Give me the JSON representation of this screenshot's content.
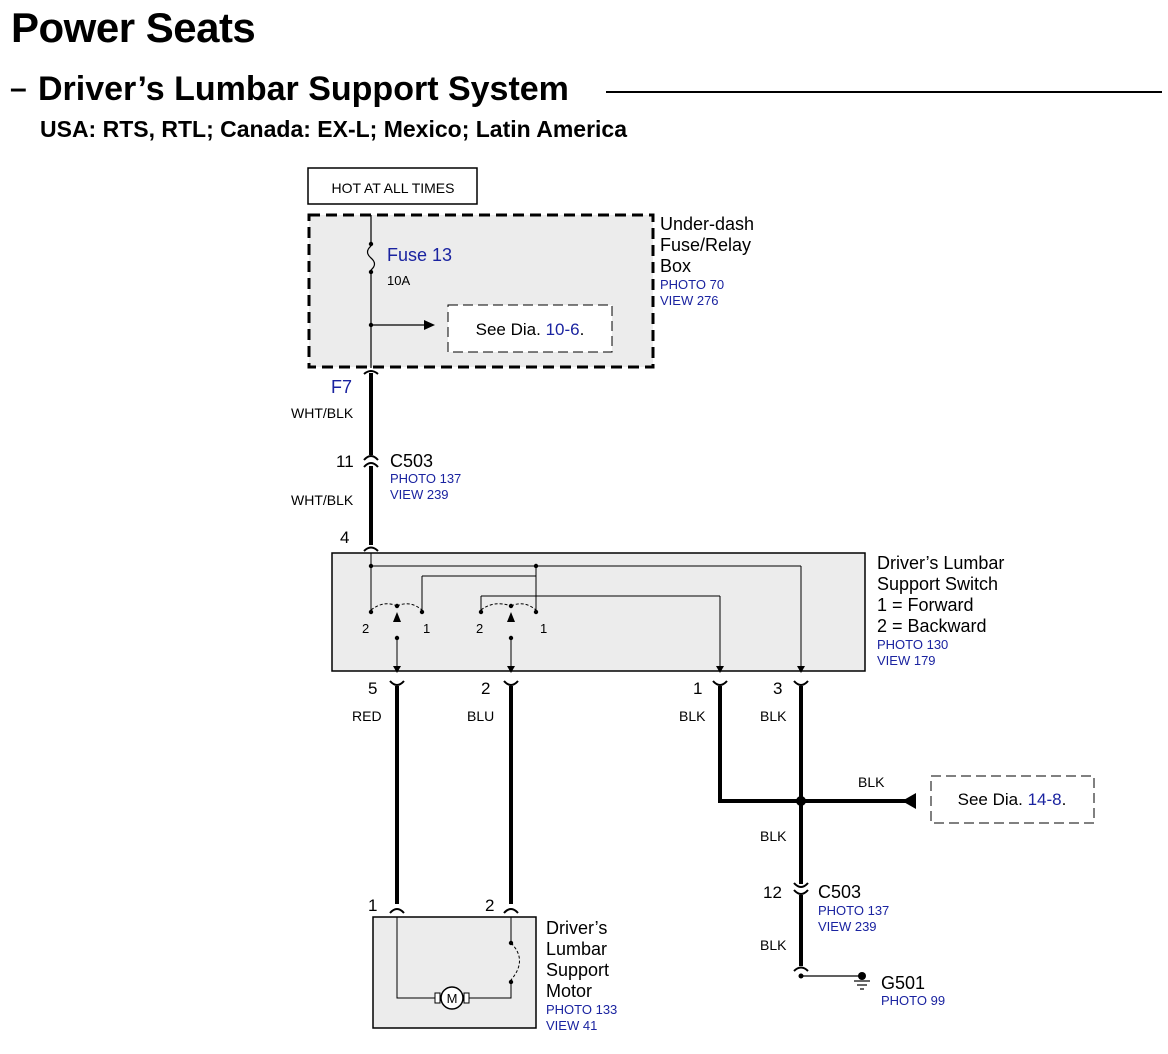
{
  "page_title": "Power Seats",
  "subtitle": "Driver’s Lumbar Support System",
  "subtitle_dash": "–",
  "applicability": "USA: RTS, RTL; Canada: EX-L; Mexico; Latin America",
  "hot_label": "HOT AT ALL TIMES",
  "fuse_box": {
    "name_lines": [
      "Under-dash",
      "Fuse/Relay",
      "Box"
    ],
    "photo": "PHOTO 70",
    "view": "VIEW 276",
    "fuse_name": "Fuse 13",
    "fuse_rating": "10A",
    "see_prefix": "See Dia.",
    "see_ref": "10-6",
    "see_suffix": ".",
    "terminal": "F7"
  },
  "wire_wht_blk_upper": "WHT/BLK",
  "wire_wht_blk_lower": "WHT/BLK",
  "c503_upper": {
    "pin": "11",
    "name": "C503",
    "photo": "PHOTO 137",
    "view": "VIEW 239"
  },
  "switch": {
    "input_pin": "4",
    "name_lines": [
      "Driver’s Lumbar",
      "Support Switch",
      "1 = Forward",
      "2 = Backward"
    ],
    "photo": "PHOTO 130",
    "view": "VIEW 179",
    "contact_labels": [
      "2",
      "1",
      "2",
      "1"
    ],
    "pins": [
      "5",
      "2",
      "1",
      "3"
    ]
  },
  "wires_out": [
    "RED",
    "BLU",
    "BLK",
    "BLK"
  ],
  "splice": {
    "wire_label": "BLK",
    "see_prefix": "See Dia.",
    "see_ref": "14-8",
    "see_suffix": ".",
    "lower_wire": "BLK"
  },
  "c503_lower": {
    "pin": "12",
    "name": "C503",
    "photo": "PHOTO 137",
    "view": "VIEW 239",
    "wire_below": "BLK"
  },
  "ground": {
    "name": "G501",
    "photo": "PHOTO 99"
  },
  "motor": {
    "pins": [
      "1",
      "2"
    ],
    "symbol": "M",
    "name_lines": [
      "Driver’s",
      "Lumbar",
      "Support",
      "Motor"
    ],
    "photo": "PHOTO 133",
    "view": "VIEW 41"
  }
}
